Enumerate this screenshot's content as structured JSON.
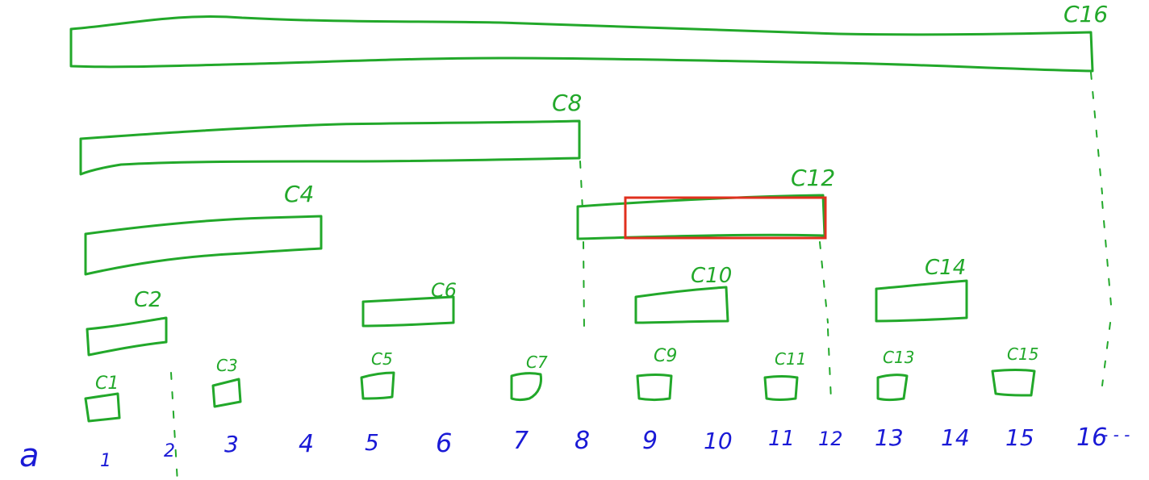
{
  "diagram": {
    "array_label": "a",
    "indices": [
      "1",
      "2",
      "3",
      "4",
      "5",
      "6",
      "7",
      "8",
      "9",
      "10",
      "11",
      "12",
      "13",
      "14",
      "15",
      "16"
    ],
    "trailing": "- - -",
    "nodes": [
      {
        "id": "c1",
        "label": "C1"
      },
      {
        "id": "c2",
        "label": "C2"
      },
      {
        "id": "c3",
        "label": "C3"
      },
      {
        "id": "c4",
        "label": "C4"
      },
      {
        "id": "c5",
        "label": "C5"
      },
      {
        "id": "c6",
        "label": "C6"
      },
      {
        "id": "c7",
        "label": "C7"
      },
      {
        "id": "c8",
        "label": "C8"
      },
      {
        "id": "c9",
        "label": "C9"
      },
      {
        "id": "c10",
        "label": "C10"
      },
      {
        "id": "c11",
        "label": "C11"
      },
      {
        "id": "c12",
        "label": "C12"
      },
      {
        "id": "c13",
        "label": "C13"
      },
      {
        "id": "c14",
        "label": "C14"
      },
      {
        "id": "c15",
        "label": "C15"
      },
      {
        "id": "c16",
        "label": "C16"
      }
    ],
    "highlight_node": "c12",
    "colors": {
      "node_stroke": "#22a82a",
      "label_green": "#22a82a",
      "index_blue": "#1a1ad6",
      "highlight": "#e0301e",
      "dashed_guides": "#22a82a"
    }
  }
}
